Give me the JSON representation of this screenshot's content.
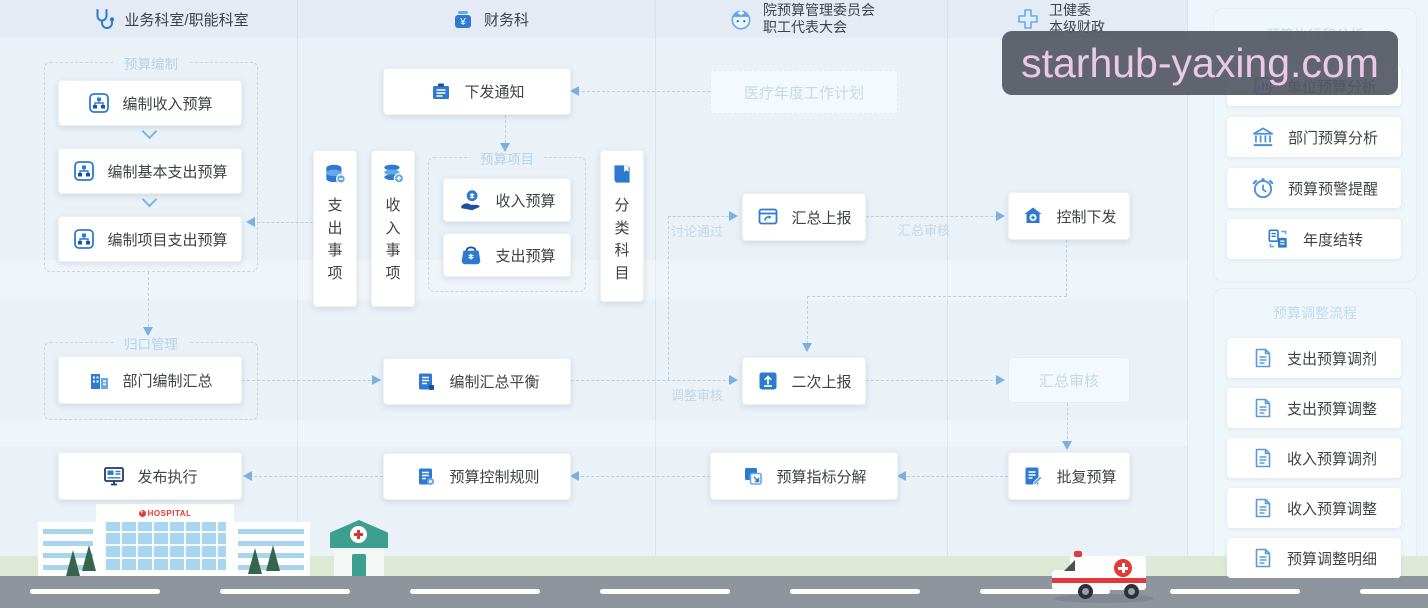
{
  "watermark": {
    "text": "starhub-yaxing.com"
  },
  "colors": {
    "accent": "#2e7ad1",
    "icon_light": "#69a8e8",
    "dashed": "#b9d0e0",
    "ghost_text": "#c6d9e8",
    "watermark_bg": "#545964",
    "watermark_text": "#e9c9e5"
  },
  "header": {
    "columns": [
      {
        "icon": "stethoscope-icon",
        "lines": [
          "业务科室/职能科室"
        ]
      },
      {
        "icon": "moneybag-icon",
        "lines": [
          "财务科"
        ]
      },
      {
        "icon": "nurse-icon",
        "lines": [
          "院预算管理委员会",
          "职工代表大会"
        ]
      },
      {
        "icon": "cross-icon",
        "lines": [
          "卫健委",
          "本级财政"
        ]
      }
    ]
  },
  "groups": {
    "prep": {
      "label": "预算编制"
    },
    "central": {
      "label": "归口管理"
    },
    "items": {
      "label": "预算项目"
    }
  },
  "nodes": [
    {
      "id": "prep-income",
      "label": "编制收入预算",
      "icon": "org-chart-icon"
    },
    {
      "id": "prep-basic",
      "label": "编制基本支出预算",
      "icon": "org-chart-icon"
    },
    {
      "id": "prep-project",
      "label": "编制项目支出预算",
      "icon": "org-chart-icon"
    },
    {
      "id": "dept-summary",
      "label": "部门编制汇总",
      "icon": "buildings-icon"
    },
    {
      "id": "publish",
      "label": "发布执行",
      "icon": "monitor-icon"
    },
    {
      "id": "notice",
      "label": "下发通知",
      "icon": "clipboard-icon"
    },
    {
      "id": "expense-items",
      "label": "支出事项",
      "icon": "db-minus-icon",
      "vertical": true
    },
    {
      "id": "income-items",
      "label": "收入事项",
      "icon": "coins-plus-icon",
      "vertical": true
    },
    {
      "id": "income-budget",
      "label": "收入预算",
      "icon": "hand-coin-icon"
    },
    {
      "id": "expense-budget",
      "label": "支出预算",
      "icon": "purse-icon"
    },
    {
      "id": "category",
      "label": "分类科目",
      "icon": "book-icon",
      "vertical": true
    },
    {
      "id": "balance",
      "label": "编制汇总平衡",
      "icon": "doc-lines-icon"
    },
    {
      "id": "control-rules",
      "label": "预算控制规则",
      "icon": "doc-gear-icon"
    },
    {
      "id": "annual-plan",
      "label": "医疗年度工作计划",
      "ghost": true
    },
    {
      "id": "summary-report",
      "label": "汇总上报",
      "icon": "window-arrow-icon"
    },
    {
      "id": "second-report",
      "label": "二次上报",
      "icon": "upload-icon"
    },
    {
      "id": "indicator-decompose",
      "label": "预算指标分解",
      "icon": "layers-icon"
    },
    {
      "id": "control-issue",
      "label": "控制下发",
      "icon": "home-plus-icon"
    },
    {
      "id": "summary-review",
      "label": "汇总审核",
      "ghost": true,
      "solid": true
    },
    {
      "id": "approve-budget",
      "label": "批复预算",
      "icon": "doc-pen-icon"
    }
  ],
  "edge_labels": {
    "discussed": "讨论通过",
    "summary_review": "汇总审核",
    "adjust_review": "调整审核"
  },
  "sidebar": {
    "panels": [
      {
        "title": "预算执行和分析",
        "items": [
          {
            "label": "单位预算分析",
            "icon": "chart-doc-icon"
          },
          {
            "label": "部门预算分析",
            "icon": "bank-icon"
          },
          {
            "label": "预算预警提醒",
            "icon": "alarm-icon"
          },
          {
            "label": "年度结转",
            "icon": "transfer-docs-icon"
          }
        ]
      },
      {
        "title": "预算调整流程",
        "items": [
          {
            "label": "支出预算调剂",
            "icon": "doc-icon"
          },
          {
            "label": "支出预算调整",
            "icon": "doc-icon"
          },
          {
            "label": "收入预算调剂",
            "icon": "doc-icon"
          },
          {
            "label": "收入预算调整",
            "icon": "doc-icon"
          },
          {
            "label": "预算调整明细",
            "icon": "doc-icon"
          }
        ]
      }
    ]
  },
  "scene": {
    "hospital_sign": "HOSPITAL"
  }
}
